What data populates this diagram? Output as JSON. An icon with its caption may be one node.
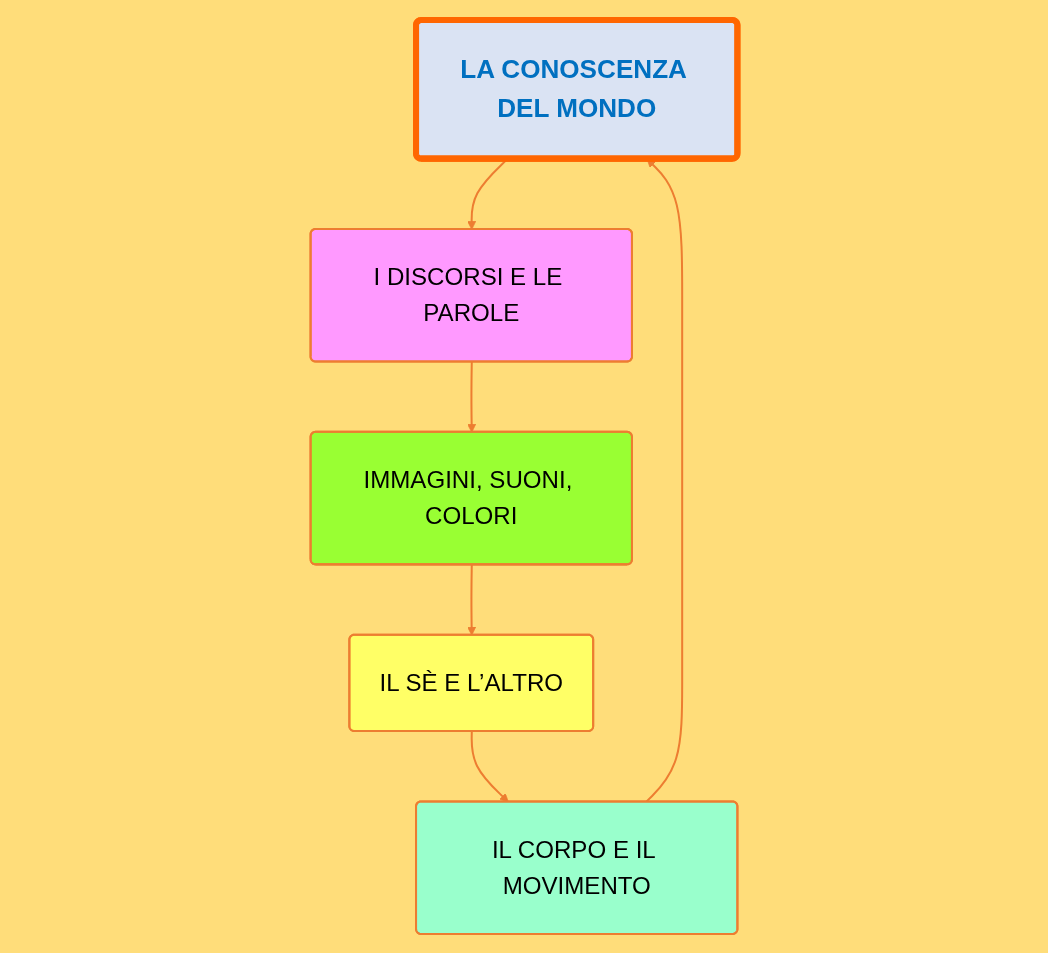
{
  "diagram": {
    "nodes": [
      {
        "text": [
          "LA CONOSCENZA DEL MONDO"
        ]
      },
      {
        "text": [
          "I DISCORSI E LE PAROLE"
        ]
      },
      {
        "text": [
          "IMMAGINI, SUONI, COLORI"
        ]
      },
      {
        "text": [
          "IL SÈ E L’ALTRO"
        ]
      },
      {
        "text": [
          "IL CORPO E IL MOVIMENTO"
        ]
      }
    ],
    "edges": [
      {
        "from": 0,
        "to": 1,
        "arrow": "to"
      },
      {
        "from": 1,
        "to": 2,
        "arrow": "to"
      },
      {
        "from": 2,
        "to": 3,
        "arrow": "to"
      },
      {
        "from": 3,
        "to": 4,
        "arrow": "to"
      },
      {
        "from": 4,
        "to": 0,
        "arrow": "to"
      }
    ]
  }
}
